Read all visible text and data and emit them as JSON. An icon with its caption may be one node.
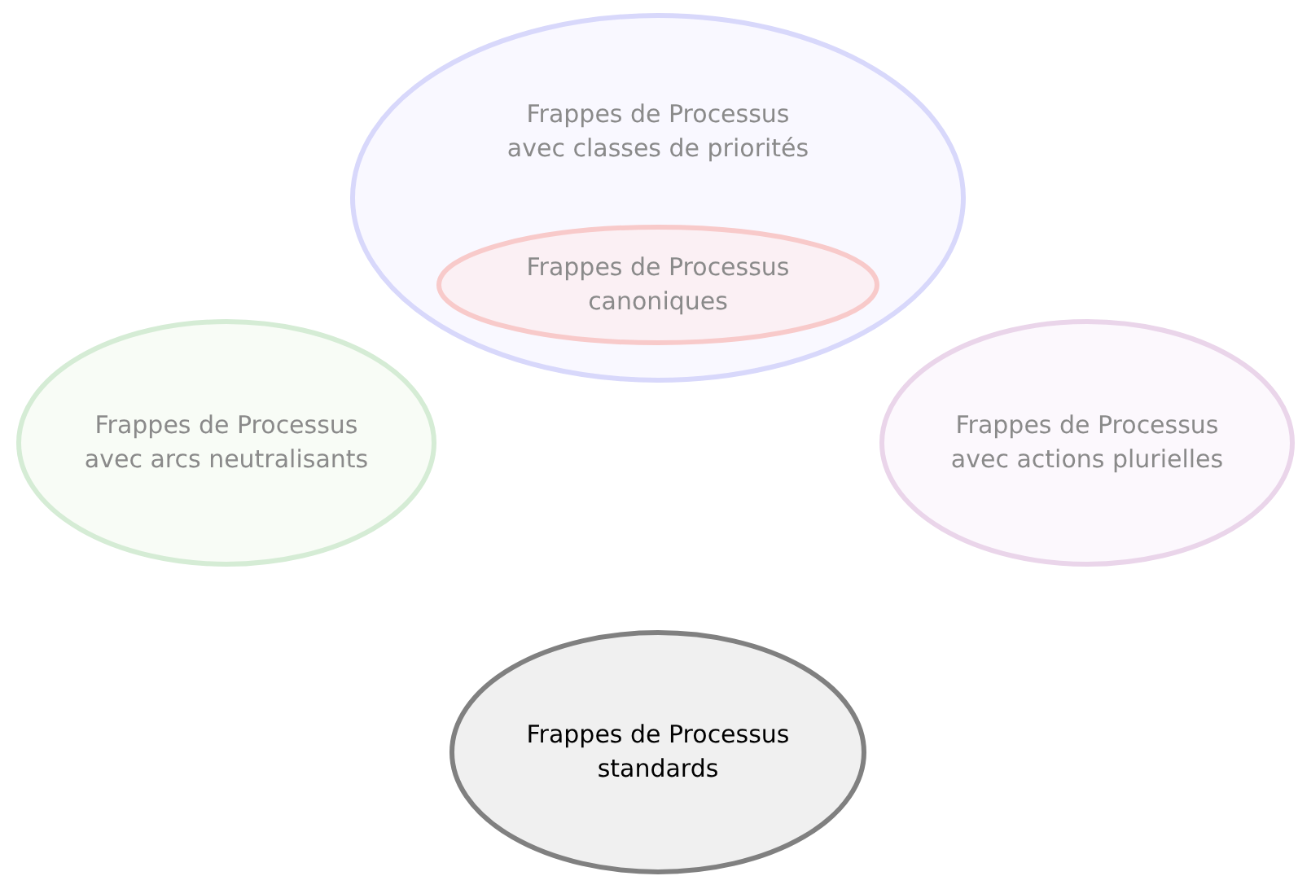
{
  "diagram": {
    "nodes": [
      {
        "text": [
          "Frappes de Processus avec classes de priorités"
        ]
      },
      {
        "text": [
          "Frappes de Processus canoniques"
        ],
        "in": 0
      },
      {
        "text": [
          "Frappes de Processus avec arcs neutralisants"
        ]
      },
      {
        "text": [
          "Frappes de Processus avec actions plurielles"
        ]
      },
      {
        "text": [
          "Frappes de Processus standards"
        ]
      }
    ],
    "edges": []
  }
}
